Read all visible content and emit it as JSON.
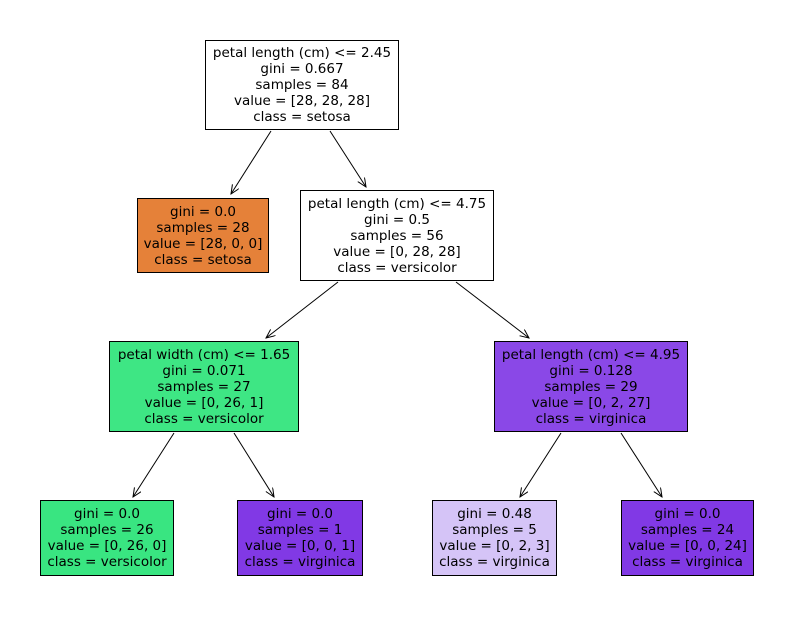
{
  "nodes": [
    {
      "id": 0,
      "lines": [
        "petal length (cm) <= 2.45",
        "gini = 0.667",
        "samples = 84",
        "value = [28, 28, 28]",
        "class = setosa"
      ],
      "fill": "#ffffff"
    },
    {
      "id": 1,
      "lines": [
        "gini = 0.0",
        "samples = 28",
        "value = [28, 0, 0]",
        "class = setosa"
      ],
      "fill": "#e58139"
    },
    {
      "id": 2,
      "lines": [
        "petal length (cm) <= 4.75",
        "gini = 0.5",
        "samples = 56",
        "value = [0, 28, 28]",
        "class = versicolor"
      ],
      "fill": "#ffffff"
    },
    {
      "id": 3,
      "lines": [
        "petal width (cm) <= 1.65",
        "gini = 0.071",
        "samples = 27",
        "value = [0, 26, 1]",
        "class = versicolor"
      ],
      "fill": "#3ee684"
    },
    {
      "id": 4,
      "lines": [
        "petal length (cm) <= 4.95",
        "gini = 0.128",
        "samples = 29",
        "value = [0, 2, 27]",
        "class = virginica"
      ],
      "fill": "#8a48e7"
    },
    {
      "id": 5,
      "lines": [
        "gini = 0.0",
        "samples = 26",
        "value = [0, 26, 0]",
        "class = versicolor"
      ],
      "fill": "#39e581"
    },
    {
      "id": 6,
      "lines": [
        "gini = 0.0",
        "samples = 1",
        "value = [0, 0, 1]",
        "class = virginica"
      ],
      "fill": "#8139e5"
    },
    {
      "id": 7,
      "lines": [
        "gini = 0.48",
        "samples = 5",
        "value = [0, 2, 3]",
        "class = virginica"
      ],
      "fill": "#d5c4f7"
    },
    {
      "id": 8,
      "lines": [
        "gini = 0.0",
        "samples = 24",
        "value = [0, 0, 24]",
        "class = virginica"
      ],
      "fill": "#8139e5"
    }
  ],
  "edges": [
    {
      "from": 0,
      "to": 1
    },
    {
      "from": 0,
      "to": 2
    },
    {
      "from": 2,
      "to": 3
    },
    {
      "from": 2,
      "to": 4
    },
    {
      "from": 3,
      "to": 5
    },
    {
      "from": 3,
      "to": 6
    },
    {
      "from": 4,
      "to": 7
    },
    {
      "from": 4,
      "to": 8
    }
  ]
}
